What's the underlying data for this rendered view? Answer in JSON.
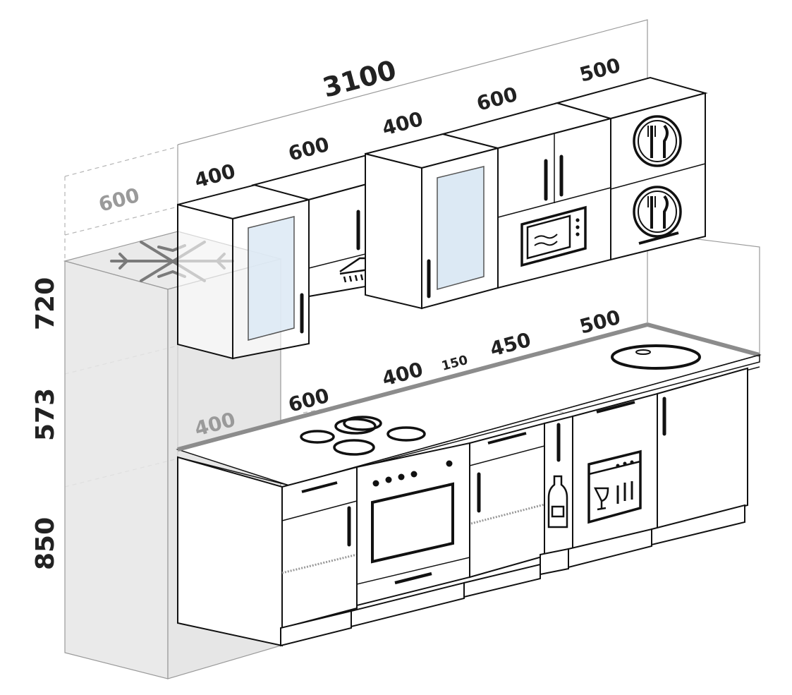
{
  "drawing": {
    "total_width": "3100",
    "upper_row": [
      "400",
      "600",
      "400",
      "600",
      "500"
    ],
    "lower_row": [
      "400",
      "600",
      "400",
      "150",
      "450",
      "500"
    ],
    "fridge_depth": "600",
    "heights": [
      "720",
      "573",
      "850"
    ]
  },
  "colors": {
    "line": "#111111",
    "fridge_fill": "#e6e6e6",
    "fridge_edge": "#9a9a9a",
    "glass": "#dce9f4",
    "countertop_edge": "#8c8c8c",
    "dimension_text": "#222222"
  },
  "icons": [
    "snowflake-icon",
    "range-hood-icon",
    "microwave-icon",
    "plate-cutlery-icon",
    "hob-burners-icon",
    "oven-icon",
    "bottle-icon",
    "dishwasher-icon",
    "sink-icon"
  ]
}
